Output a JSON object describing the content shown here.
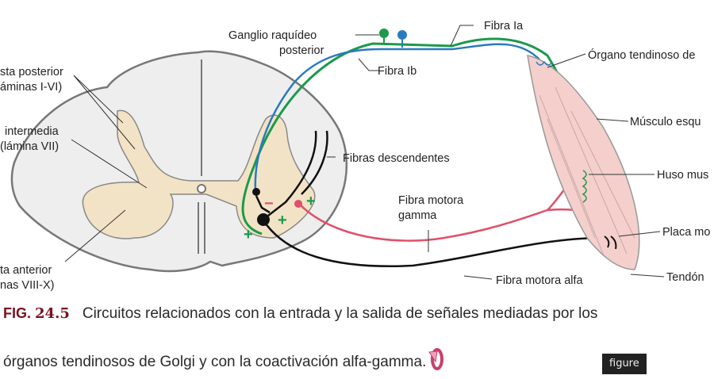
{
  "diagram": {
    "labels": {
      "dorsal_horn_1": "sta posterior",
      "dorsal_horn_2": "áminas I-VI)",
      "intermediate_1": "intermedia",
      "intermediate_2": "(lámina VII)",
      "ventral_horn_1": "ta anterior",
      "ventral_horn_2": "nas VIII-X)",
      "ganglion_1": "Ganglio raquídeo",
      "ganglion_2": "posterior",
      "fiber_ia": "Fibra Ia",
      "fiber_ib": "Fibra Ib",
      "golgi_organ": "Órgano tendinoso de",
      "muscle": "Músculo esqu",
      "spindle": "Huso mus",
      "motor_plate": "Placa mo",
      "tendon": "Tendón",
      "descending": "Fibras descendentes",
      "gamma_1": "Fibra motora",
      "gamma_2": "gamma",
      "alpha": "Fibra motora alfa"
    },
    "signs": {
      "inhibitory": "−",
      "excitatory": "+"
    },
    "colors": {
      "fiber_ia": "#1a9a4a",
      "fiber_ib": "#2a7ac0",
      "gamma": "#e0506a",
      "alpha": "#111111",
      "gray_matter": "#f3e3c6",
      "white_matter": "#eeeeee",
      "muscle": "#f4cfcb"
    }
  },
  "caption": {
    "fig_label": "FIG.",
    "fig_number": "24.5",
    "line1": "Circuitos relacionados con la entrada y la salida de señales mediadas por los",
    "line2": "órganos tendinosos de Golgi y con la coactivación alfa-gamma."
  },
  "tooltip": "figure"
}
